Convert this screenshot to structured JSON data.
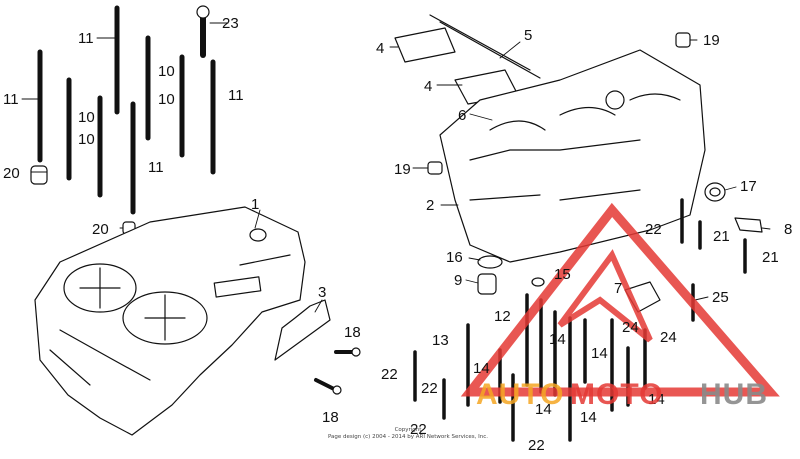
{
  "callouts": {
    "c1": "1",
    "c2": "2",
    "c3": "3",
    "c4a": "4",
    "c4b": "4",
    "c5": "5",
    "c6": "6",
    "c7": "7",
    "c8": "8",
    "c9": "9",
    "c10a": "10",
    "c10b": "10",
    "c10c": "10",
    "c11a": "11",
    "c11b": "11",
    "c11c": "11",
    "c11d": "11",
    "c12": "12",
    "c13": "13",
    "c14a": "14",
    "c14b": "14",
    "c14c": "14",
    "c14d": "14",
    "c14e": "14",
    "c14f": "14",
    "c15": "15",
    "c16": "16",
    "c17": "17",
    "c18a": "18",
    "c18b": "18",
    "c19a": "19",
    "c19b": "19",
    "c20a": "20",
    "c20b": "20",
    "c21a": "21",
    "c21b": "21",
    "c22a": "22",
    "c22b": "22",
    "c22c": "22",
    "c22d": "22",
    "c22e": "22",
    "c23": "23",
    "c24a": "24",
    "c24b": "24",
    "c25": "25"
  },
  "copyright": {
    "line1": "Copyright",
    "line2": "Page design (c) 2004 - 2014 by ARI Network Services, Inc."
  },
  "watermark": {
    "part1": "AUTO",
    "part2": "MOTO",
    "part3": "HUB",
    "color_triangle": "#e53935",
    "color_auto": "#f5a623",
    "color_moto": "#e53935",
    "color_hub": "#8a8a8a"
  }
}
